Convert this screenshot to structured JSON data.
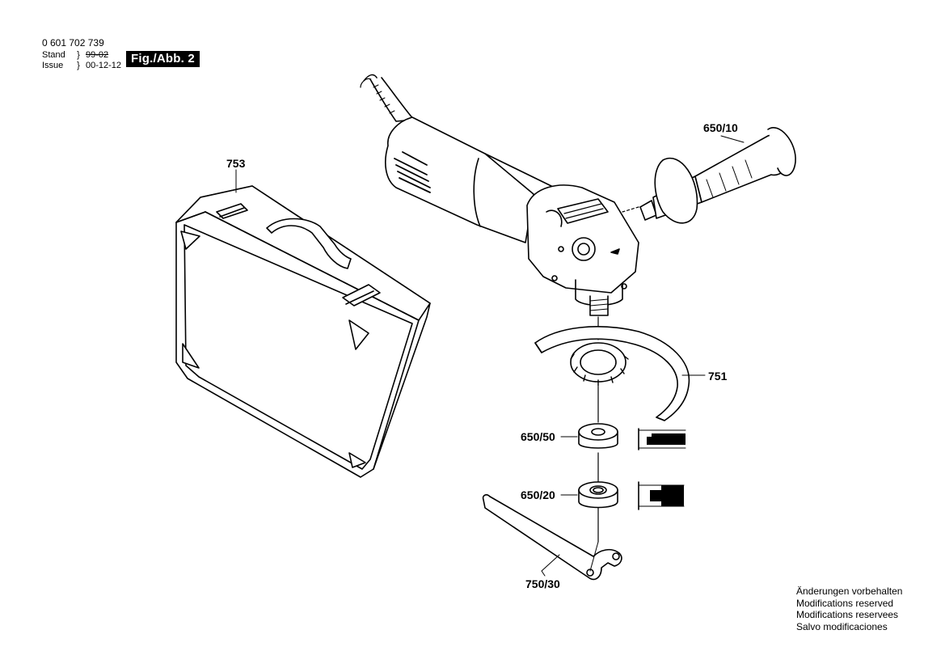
{
  "header": {
    "part_number": "0 601 702 739",
    "stand_label": "Stand",
    "stand_value": "99-02",
    "issue_label": "Issue",
    "issue_value": "00-12-12",
    "figure_label": "Fig./Abb. 2"
  },
  "callouts": {
    "case": "753",
    "handle": "650/10",
    "guard": "751",
    "flange_inner": "650/50",
    "flange_outer": "650/20",
    "spanner": "750/30"
  },
  "notice": {
    "de": "Änderungen vorbehalten",
    "en": "Modifications reserved",
    "fr": "Modifications reservees",
    "es": "Salvo modificaciones"
  }
}
